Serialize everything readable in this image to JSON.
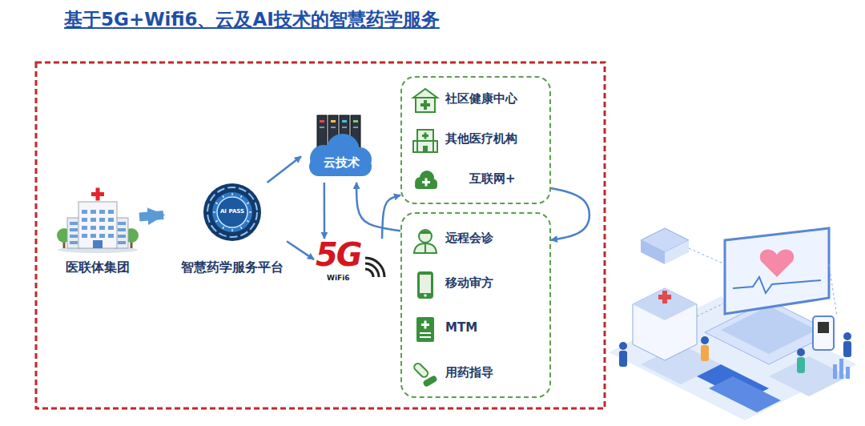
{
  "diagram": {
    "title": "基于5G+Wifi6、云及AI技术的智慧药学服务",
    "nodes": [
      {
        "text": [
          "医联体集团"
        ]
      },
      {
        "text": [
          "AI PASS",
          "智慧药学服务平台"
        ]
      },
      {
        "text": [
          "云技术"
        ]
      },
      {
        "text": [
          "5G",
          "WiFi6"
        ]
      },
      {
        "text": []
      },
      {
        "text": [
          "社区健康中心"
        ],
        "in": 4
      },
      {
        "text": [
          "其他医疗机构"
        ],
        "in": 4
      },
      {
        "text": [
          "互联网+"
        ],
        "in": 4
      },
      {
        "text": []
      },
      {
        "text": [
          "远程会诊"
        ],
        "in": 8
      },
      {
        "text": [
          "移动审方"
        ],
        "in": 8
      },
      {
        "text": [
          "MTM"
        ],
        "in": 8
      },
      {
        "text": [
          "用药指导"
        ],
        "in": 8
      }
    ],
    "edges": [
      {
        "from": 0,
        "to": 1,
        "arrow": "to"
      },
      {
        "from": 1,
        "to": 2,
        "arrow": "to"
      },
      {
        "from": 1,
        "to": 3,
        "arrow": "to"
      },
      {
        "from": 2,
        "to": 3,
        "arrow": "to"
      },
      {
        "from": 3,
        "to": 4,
        "arrow": "to"
      },
      {
        "from": 4,
        "to": 8,
        "arrow": "to"
      },
      {
        "from": 8,
        "to": 2,
        "arrow": "to"
      }
    ]
  }
}
